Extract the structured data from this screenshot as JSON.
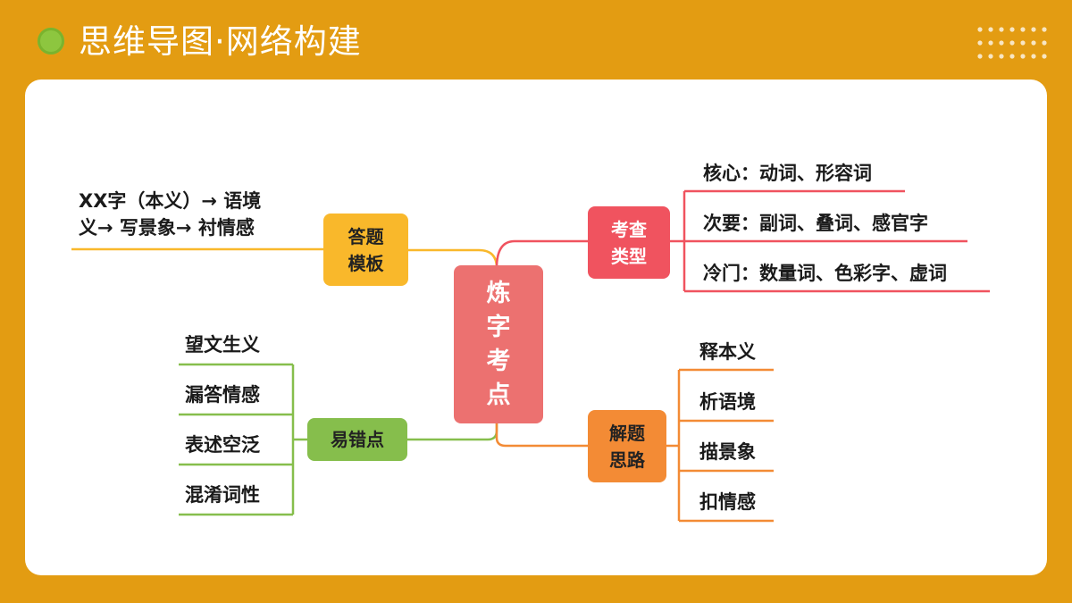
{
  "title": "思维导图·网络构建",
  "center": "炼\n字\n考\n点",
  "colors": {
    "background": "#E39C12",
    "center": "#EC7170",
    "template": "#F9B82B",
    "types": "#F0535F",
    "errors": "#86BE4C",
    "method": "#F38B35"
  },
  "template": {
    "label": "答题\n模板",
    "text": "XX字（本义）→ 语境\n义→ 写景象→ 衬情感"
  },
  "types": {
    "label": "考查\n类型",
    "items": [
      "核心：动词、形容词",
      "次要：副词、叠词、感官字",
      "冷门：数量词、色彩字、虚词"
    ]
  },
  "errors": {
    "label": "易错点",
    "items": [
      "望文生义",
      "漏答情感",
      "表述空泛",
      "混淆词性"
    ]
  },
  "method": {
    "label": "解题\n思路",
    "items": [
      "释本义",
      "析语境",
      "描景象",
      "扣情感"
    ]
  }
}
